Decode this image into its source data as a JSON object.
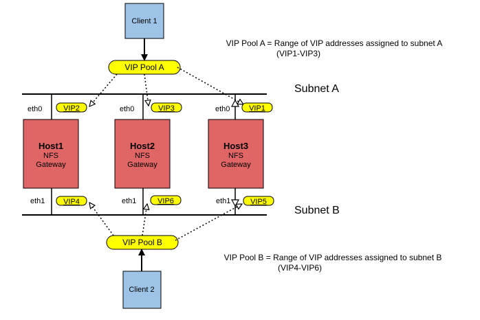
{
  "clients": {
    "client1": "Client 1",
    "client2": "Client 2"
  },
  "pools": {
    "a": {
      "label": "VIP Pool A"
    },
    "b": {
      "label": "VIP Pool B"
    }
  },
  "notes": {
    "pool_a_line1": "VIP Pool A = Range of VIP addresses assigned to subnet A",
    "pool_a_line2": "(VIP1-VIP3)",
    "pool_b_line1": "VIP Pool B = Range of VIP addresses assigned to subnet B",
    "pool_b_line2": "(VIP4-VIP6)"
  },
  "subnets": {
    "a": "Subnet A",
    "b": "Subnet B"
  },
  "hosts": [
    {
      "name": "Host1",
      "role_line1": "NFS",
      "role_line2": "Gateway",
      "eth0": "eth0",
      "eth1": "eth1",
      "vip_top": "VIP2",
      "vip_bottom": "VIP4"
    },
    {
      "name": "Host2",
      "role_line1": "NFS",
      "role_line2": "Gateway",
      "eth0": "eth0",
      "eth1": "eth1",
      "vip_top": "VIP3",
      "vip_bottom": "VIP6"
    },
    {
      "name": "Host3",
      "role_line1": "NFS",
      "role_line2": "Gateway",
      "eth0": "eth0",
      "eth1": "eth1",
      "vip_top": "VIP1",
      "vip_bottom": "VIP5"
    }
  ],
  "colors": {
    "client_fill": "#9dc3e6",
    "host_fill": "#e06666",
    "vip_fill": "#ffff00",
    "line": "#000000"
  }
}
